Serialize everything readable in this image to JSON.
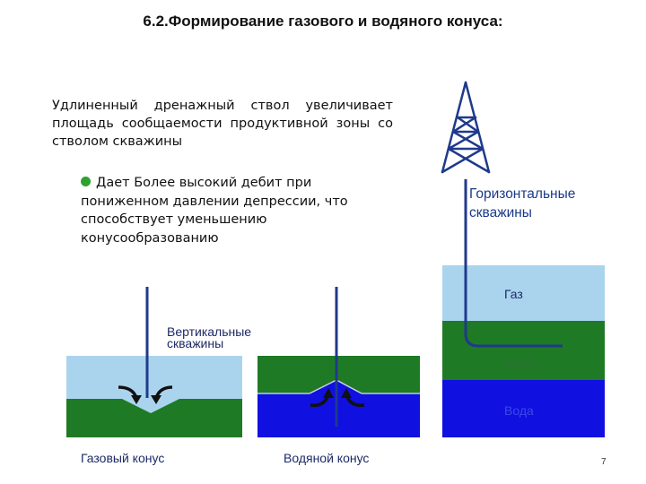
{
  "title": "6.2.Формирование газового и водяного конуса:",
  "paragraph": "Удлиненный дренажный ствол увеличивает площадь сообщаемости продуктивной зоны со стволом скважины",
  "bullet": {
    "text": "Дает Более высокий дебит при пониженном давлении депрессии, что способствует уменьшению конусообразованию",
    "color": "#2fa12f"
  },
  "labels": {
    "horizontal_wells": "Горизонтальные скважины",
    "vertical_wells_line1": "Вертикальные",
    "vertical_wells_line2": "скважины",
    "gas": "Газ",
    "oil": "Нефть",
    "water": "Вода"
  },
  "captions": {
    "gas_cone": "Газовый конус",
    "water_cone": "Водяной конус"
  },
  "page_number": "7",
  "colors": {
    "gas": "#aad4ee",
    "oil": "#1f7a25",
    "water": "#1010e0",
    "pipe": "#1f3a8c"
  }
}
